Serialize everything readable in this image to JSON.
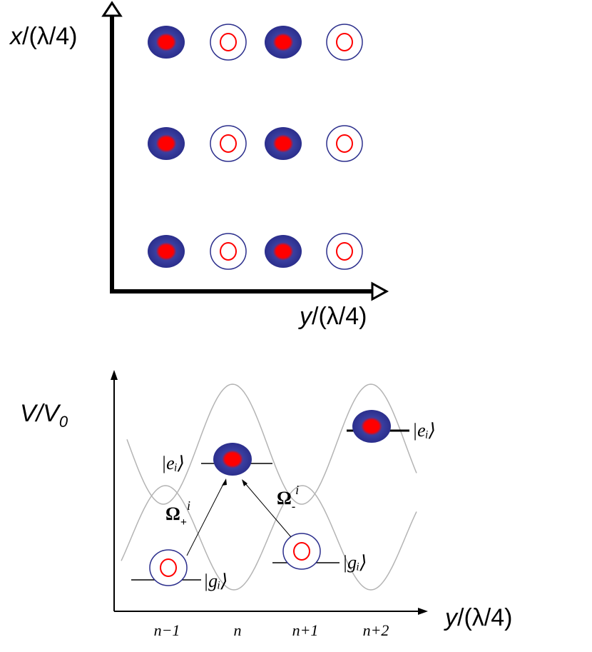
{
  "top_panel": {
    "y_axis_label": {
      "italic": "x",
      "rest": "/(λ/4)"
    },
    "x_axis_label": {
      "italic": "y",
      "rest": "/(λ/4)"
    },
    "lattice": {
      "rows": 3,
      "columns": 4,
      "column_states": [
        "filled",
        "open",
        "filled",
        "open"
      ]
    }
  },
  "bottom_panel": {
    "y_axis_label": {
      "italic_main": "V/V",
      "subscript": "0"
    },
    "x_axis_label": {
      "italic": "y",
      "rest": "/(λ/4)"
    },
    "tick_labels": [
      "n−1",
      "n",
      "n+1",
      "n+2"
    ],
    "states": {
      "excited": "|eᵢ⟩",
      "ground": "|gᵢ⟩"
    },
    "rabi_plus": {
      "symbol": "Ω",
      "sub": "+",
      "sup": "i"
    },
    "rabi_minus": {
      "symbol": "Ω",
      "sub": "-",
      "sup": "i"
    }
  },
  "colors": {
    "atom_outer": "#2b2e8c",
    "atom_core": "#ff0000",
    "axis": "#000000",
    "potential_curve": "#b4b4b4",
    "open_ring_outer": "#2b2e8c",
    "open_ring_inner": "#ff0000"
  }
}
